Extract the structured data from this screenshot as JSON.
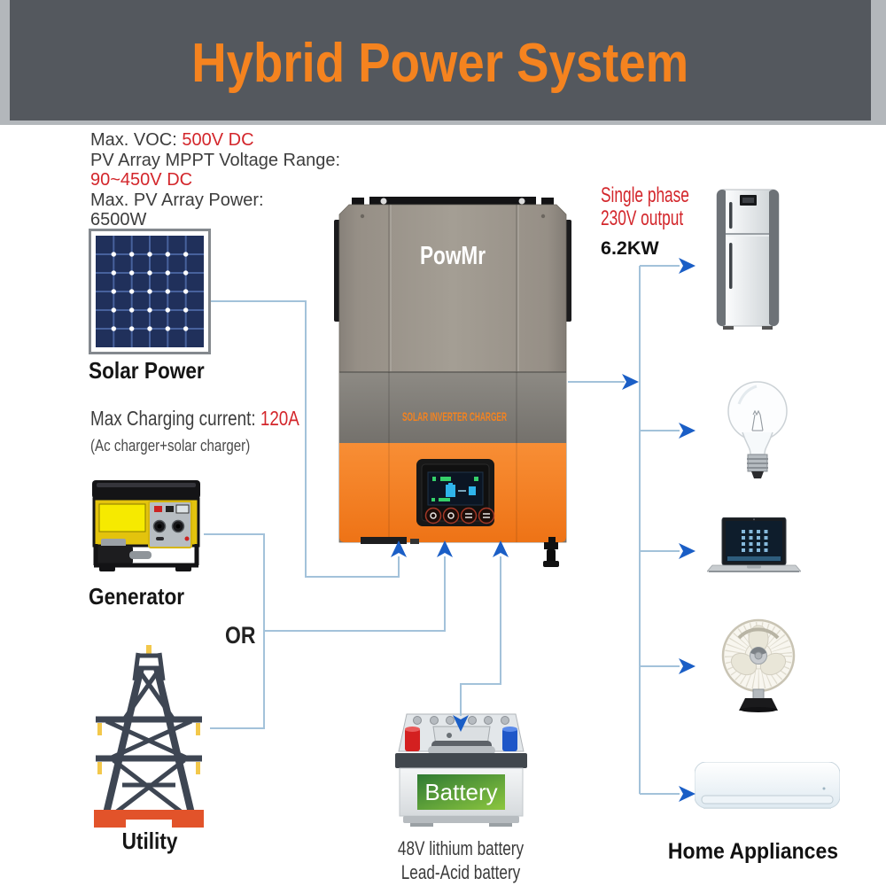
{
  "header": {
    "title": "Hybrid Power System"
  },
  "pv_specs": {
    "voc_label": "Max. VOC: ",
    "voc_value": "500V DC",
    "mppt_label": "PV Array MPPT Voltage Range:",
    "mppt_value": "90~450V DC",
    "power_label": "Max. PV Array Power:",
    "power_value": "6500W"
  },
  "solar": {
    "label": "Solar Power"
  },
  "charging": {
    "label": "Max Charging current: ",
    "value": "120A",
    "note": "(Ac charger+solar charger)"
  },
  "generator": {
    "label": "Generator"
  },
  "or_label": "OR",
  "utility": {
    "label": "Utility"
  },
  "inverter": {
    "brand": "PowMr",
    "subtitle": "SOLAR INVERTER CHARGER"
  },
  "output": {
    "line1": "Single phase",
    "line2": "230V output",
    "power": "6.2KW"
  },
  "battery": {
    "label": "Battery",
    "caption1": "48V lithium battery",
    "caption2": "Lead-Acid battery"
  },
  "appliances": {
    "label": "Home Appliances",
    "items": [
      "refrigerator",
      "light-bulb",
      "laptop",
      "table-fan",
      "air-conditioner"
    ]
  },
  "colors": {
    "header_bg": "#54585e",
    "header_frame": "#b3b7bb",
    "title_orange": "#f5831f",
    "accent_red": "#d3262b",
    "line_blue": "#a3c2da",
    "arrow_blue": "#1a5ec6",
    "inverter_orange": "#f57d23",
    "utility_base": "#e2532a",
    "battery_green": "#59a52c",
    "solar_cell_navy": "#20305b"
  }
}
